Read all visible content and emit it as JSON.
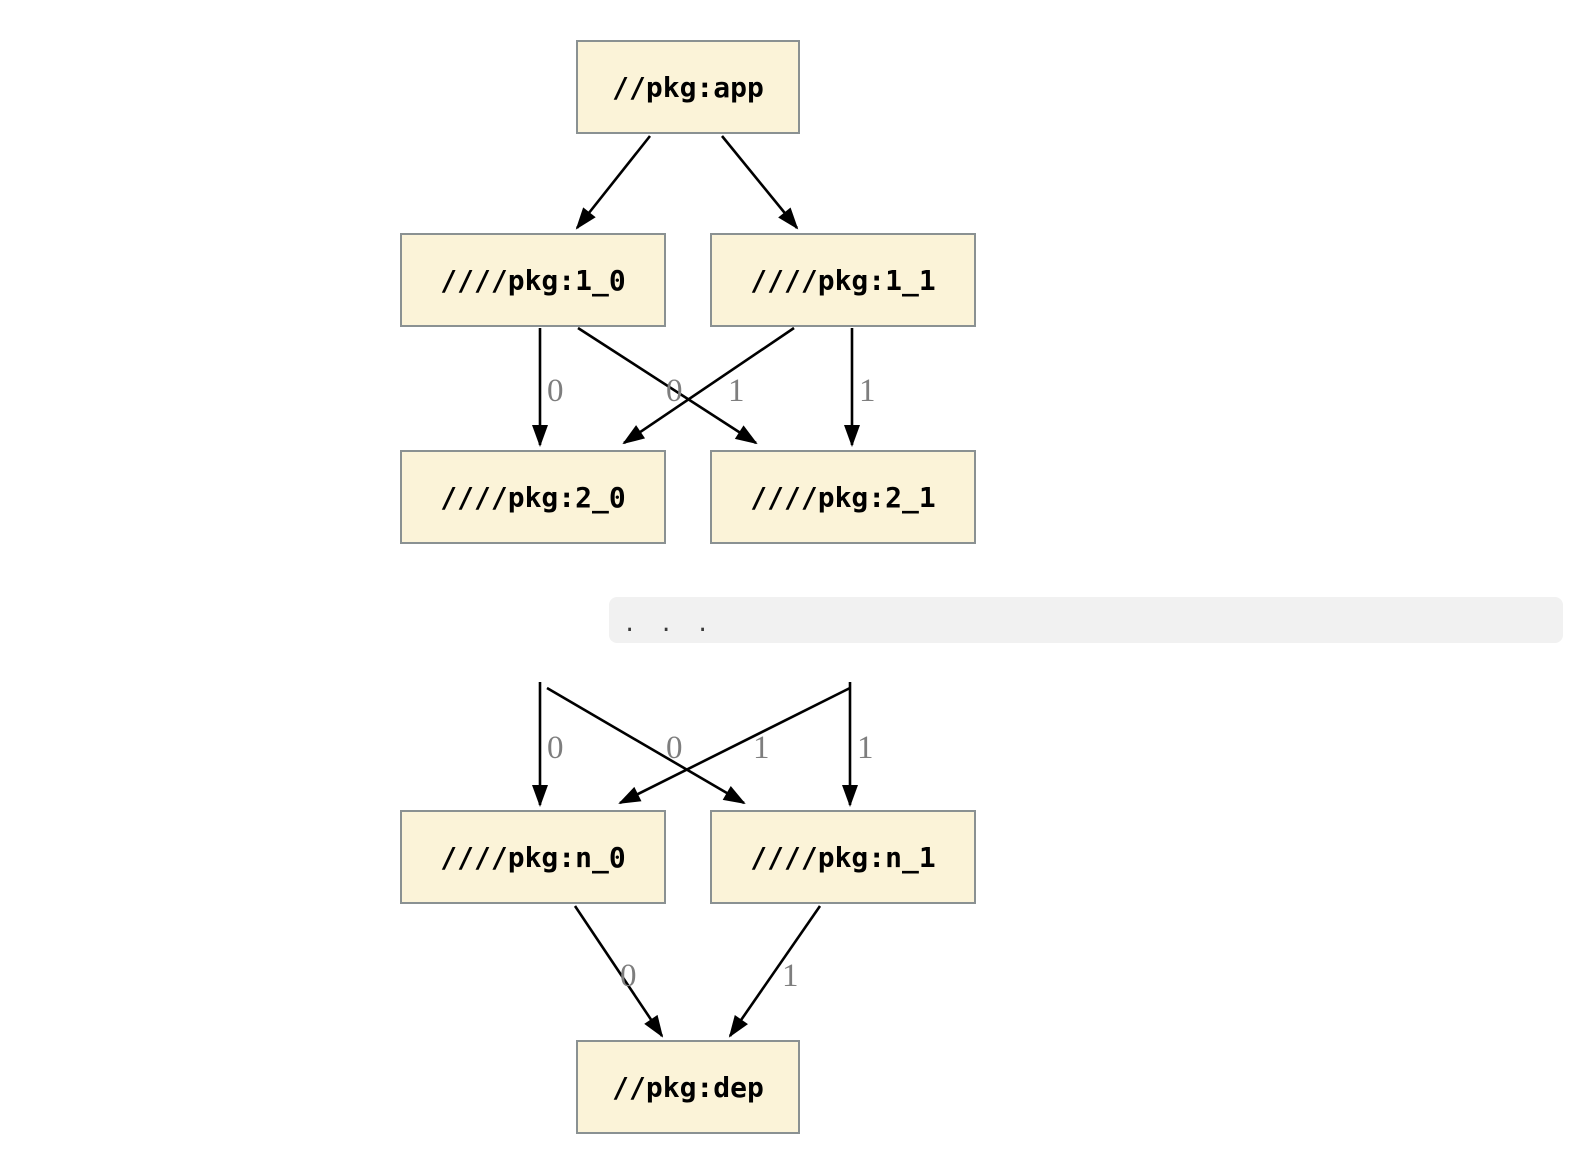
{
  "graph": {
    "colors": {
      "node_fill": "#FBF3D8",
      "node_border": "#8A9192",
      "node_text": "#000000",
      "edge": "#000000",
      "edge_label": "#7E7E7E",
      "code_bar_bg": "#F1F1F1",
      "ellipsis": "#3A3A3A",
      "background": "#FFFFFF"
    },
    "nodes": {
      "app": "//pkg:app",
      "p1_0": "////pkg:1_0",
      "p1_1": "////pkg:1_1",
      "p2_0": "////pkg:2_0",
      "p2_1": "////pkg:2_1",
      "pn_0": "////pkg:n_0",
      "pn_1": "////pkg:n_1",
      "dep": "//pkg:dep"
    },
    "edge_labels": {
      "p1_0_to_p2_0": "0",
      "p1_0_to_p2_1": "1",
      "p1_1_to_p2_0": "0",
      "p1_1_to_p2_1": "1",
      "cut_to_pn_0": "0",
      "cut_to_pn_1": "1",
      "cutcross_to_pn_0": "0",
      "cutcross_to_pn_1": "1",
      "pn_0_to_dep": "0",
      "pn_1_to_dep": "1"
    },
    "ellipsis": ". . ."
  }
}
